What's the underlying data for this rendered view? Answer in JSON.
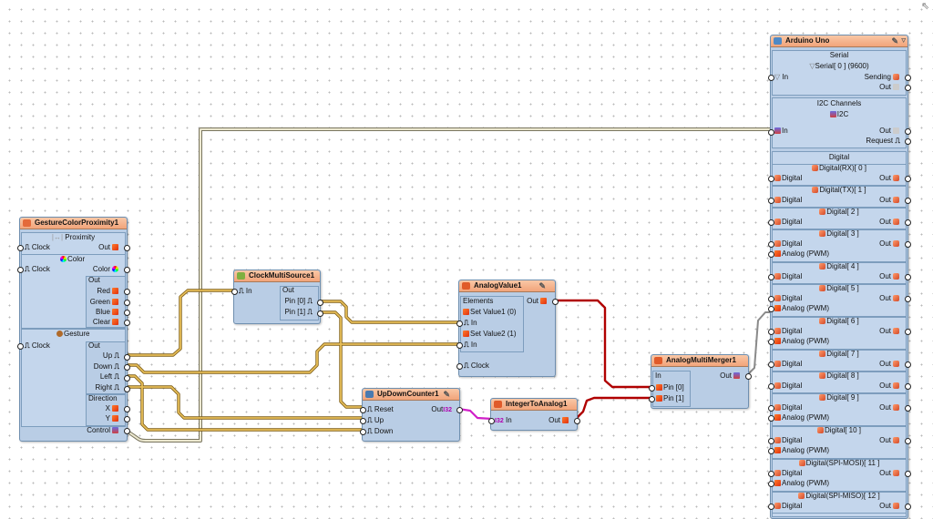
{
  "colors": {
    "wire_clock": "#c8a040",
    "wire_analog": "#b00000",
    "wire_integer": "#d020c8",
    "wire_i2c": "#d6d0b0",
    "component_body": "#b9cde5",
    "component_title": "#f5b48a"
  },
  "gesture": {
    "title": "GestureColorProximity1",
    "proximity_label": "Proximity",
    "clock": "Clock",
    "out": "Out",
    "color_label": "Color",
    "clock2": "Clock",
    "color_out": "Color",
    "out_group": "Out",
    "red": "Red",
    "green": "Green",
    "blue": "Blue",
    "clear": "Clear",
    "gesture_label": "Gesture",
    "clock3": "Clock",
    "gesture_out": "Out",
    "up": "Up",
    "down": "Down",
    "left": "Left",
    "right": "Right",
    "direction": "Direction",
    "x": "X",
    "y": "Y",
    "control": "Control"
  },
  "clock_source": {
    "title": "ClockMultiSource1",
    "in": "In",
    "out": "Out",
    "pin0": "Pin [0]",
    "pin1": "Pin [1]"
  },
  "analog_value": {
    "title": "AnalogValue1",
    "out": "Out",
    "elements": "Elements",
    "set1": "Set Value1 (0)",
    "in1": "In",
    "set2": "Set Value2 (1)",
    "in2": "In",
    "clock": "Clock"
  },
  "counter": {
    "title": "UpDownCounter1",
    "reset": "Reset",
    "up": "Up",
    "down": "Down",
    "out": "Out"
  },
  "int_to_analog": {
    "title": "IntegerToAnalog1",
    "in": "In",
    "out": "Out"
  },
  "merger": {
    "title": "AnalogMultiMerger1",
    "in": "In",
    "pin0": "Pin [0]",
    "pin1": "Pin [1]",
    "out": "Out"
  },
  "arduino": {
    "title": "Arduino Uno",
    "serial": {
      "header": "Serial",
      "item": "Serial[ 0 ] (9600)",
      "in": "In",
      "sending": "Sending",
      "out": "Out"
    },
    "i2c": {
      "header": "I2C Channels",
      "item": "I2C",
      "in": "In",
      "out": "Out",
      "request": "Request"
    },
    "digital_header": "Digital",
    "digital_label": "Digital",
    "out_label": "Out",
    "analog_pwm": "Analog (PWM)",
    "pins": [
      "Digital(RX)[ 0 ]",
      "Digital(TX)[ 1 ]",
      "Digital[ 2 ]",
      "Digital[ 3 ]",
      "Digital[ 4 ]",
      "Digital[ 5 ]",
      "Digital[ 6 ]",
      "Digital[ 7 ]",
      "Digital[ 8 ]",
      "Digital[ 9 ]",
      "Digital[ 10 ]",
      "Digital(SPI-MOSI)[ 11 ]",
      "Digital(SPI-MISO)[ 12 ]"
    ]
  }
}
